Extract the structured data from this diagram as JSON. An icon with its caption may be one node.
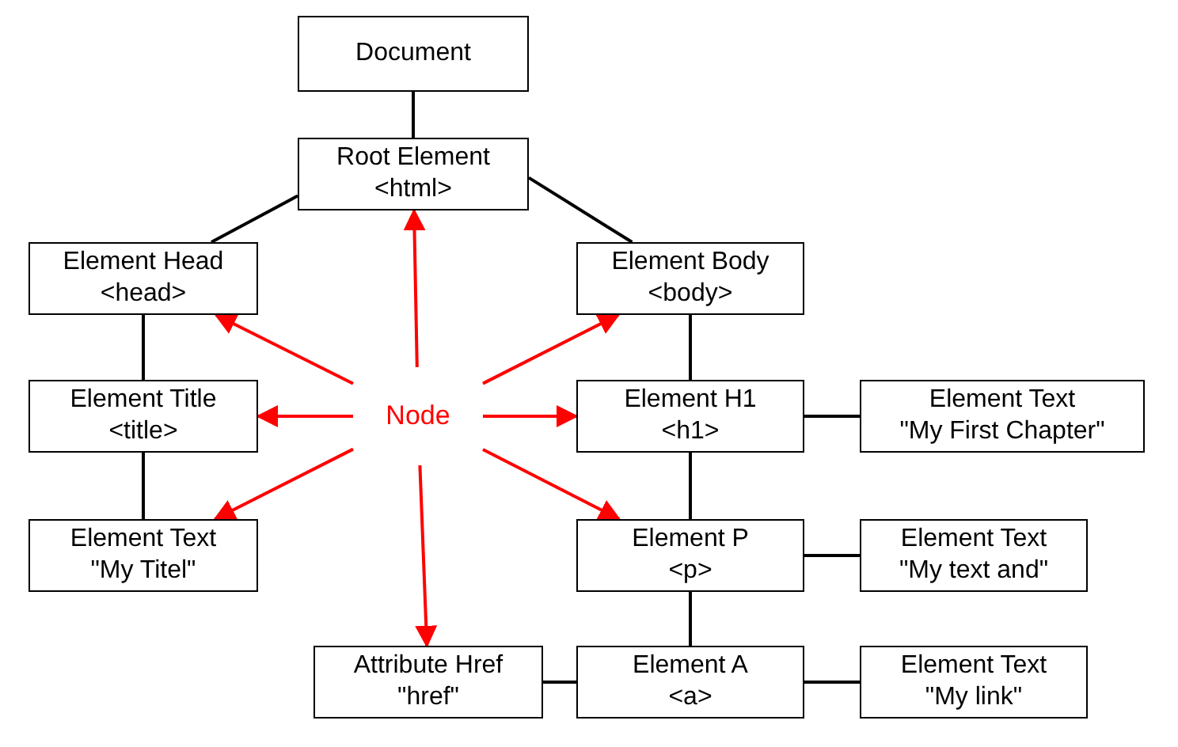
{
  "diagram": {
    "nodes": [
      {
        "text": [
          "Document"
        ]
      },
      {
        "text": [
          "Root Element",
          "<html>"
        ]
      },
      {
        "text": [
          "Element Head",
          "<head>"
        ]
      },
      {
        "text": [
          "Element Title",
          "<title>"
        ]
      },
      {
        "text": [
          "Element Text",
          "\"My Titel\""
        ]
      },
      {
        "text": [
          "Element Body",
          "<body>"
        ]
      },
      {
        "text": [
          "Element H1",
          "<h1>"
        ]
      },
      {
        "text": [
          "Element Text",
          "\"My First Chapter\""
        ]
      },
      {
        "text": [
          "Element P",
          "<p>"
        ]
      },
      {
        "text": [
          "Element Text",
          "\"My text and\""
        ]
      },
      {
        "text": [
          "Attribute Href",
          "\"href\""
        ]
      },
      {
        "text": [
          "Element A",
          "<a>"
        ]
      },
      {
        "text": [
          "Element Text",
          "\"My link\""
        ]
      },
      {
        "text": [
          "Node"
        ]
      }
    ],
    "edges": [
      {
        "from": 0,
        "to": 1,
        "arrow": "none"
      },
      {
        "from": 1,
        "to": 2,
        "arrow": "none"
      },
      {
        "from": 1,
        "to": 5,
        "arrow": "none"
      },
      {
        "from": 2,
        "to": 3,
        "arrow": "none"
      },
      {
        "from": 3,
        "to": 4,
        "arrow": "none"
      },
      {
        "from": 5,
        "to": 6,
        "arrow": "none"
      },
      {
        "from": 6,
        "to": 7,
        "arrow": "none"
      },
      {
        "from": 6,
        "to": 8,
        "arrow": "none"
      },
      {
        "from": 8,
        "to": 9,
        "arrow": "none"
      },
      {
        "from": 8,
        "to": 11,
        "arrow": "none"
      },
      {
        "from": 10,
        "to": 11,
        "arrow": "none"
      },
      {
        "from": 11,
        "to": 12,
        "arrow": "none"
      },
      {
        "from": 13,
        "to": 1,
        "arrow": "to",
        "color": "#ff0000"
      },
      {
        "from": 13,
        "to": 2,
        "arrow": "to",
        "color": "#ff0000"
      },
      {
        "from": 13,
        "to": 3,
        "arrow": "to",
        "color": "#ff0000"
      },
      {
        "from": 13,
        "to": 4,
        "arrow": "to",
        "color": "#ff0000"
      },
      {
        "from": 13,
        "to": 5,
        "arrow": "to",
        "color": "#ff0000"
      },
      {
        "from": 13,
        "to": 6,
        "arrow": "to",
        "color": "#ff0000"
      },
      {
        "from": 13,
        "to": 8,
        "arrow": "to",
        "color": "#ff0000"
      },
      {
        "from": 13,
        "to": 10,
        "arrow": "to",
        "color": "#ff0000"
      }
    ]
  }
}
